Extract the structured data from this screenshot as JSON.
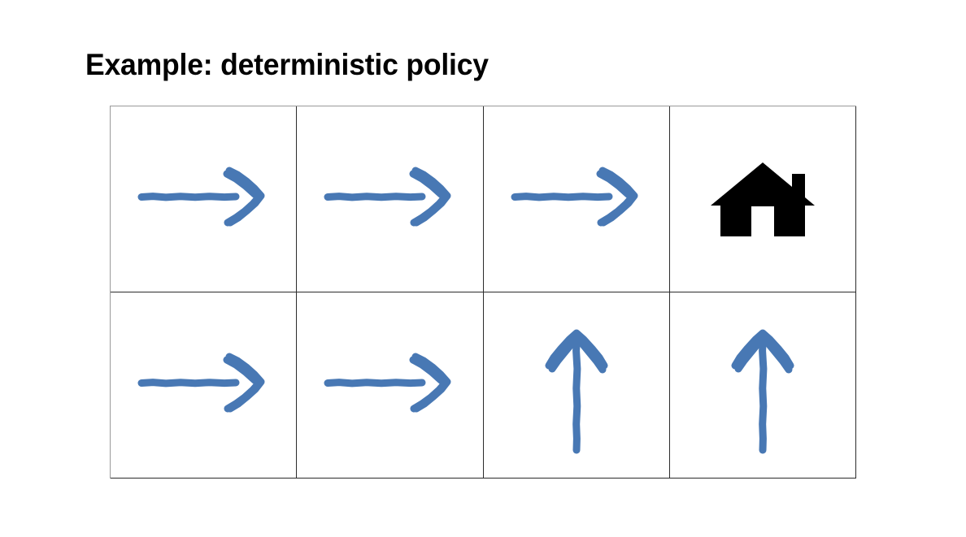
{
  "slide": {
    "title": "Example: deterministic policy",
    "background_color": "#ffffff",
    "title_color": "#000000"
  },
  "grid": {
    "rows": 2,
    "columns": 4,
    "border_color": "#2b2b2b",
    "cell_background": "#ffffff",
    "arrow_color": "#4878b4",
    "home_color": "#000000",
    "cells": [
      {
        "row": 1,
        "column": 1,
        "icon": "arrow-right-icon",
        "action": "right"
      },
      {
        "row": 1,
        "column": 2,
        "icon": "arrow-right-icon",
        "action": "right"
      },
      {
        "row": 1,
        "column": 3,
        "icon": "arrow-right-icon",
        "action": "right"
      },
      {
        "row": 1,
        "column": 4,
        "icon": "home-icon",
        "action": "goal"
      },
      {
        "row": 2,
        "column": 1,
        "icon": "arrow-right-icon",
        "action": "right"
      },
      {
        "row": 2,
        "column": 2,
        "icon": "arrow-right-icon",
        "action": "right"
      },
      {
        "row": 2,
        "column": 3,
        "icon": "arrow-up-icon",
        "action": "up"
      },
      {
        "row": 2,
        "column": 4,
        "icon": "arrow-up-icon",
        "action": "up"
      }
    ]
  }
}
